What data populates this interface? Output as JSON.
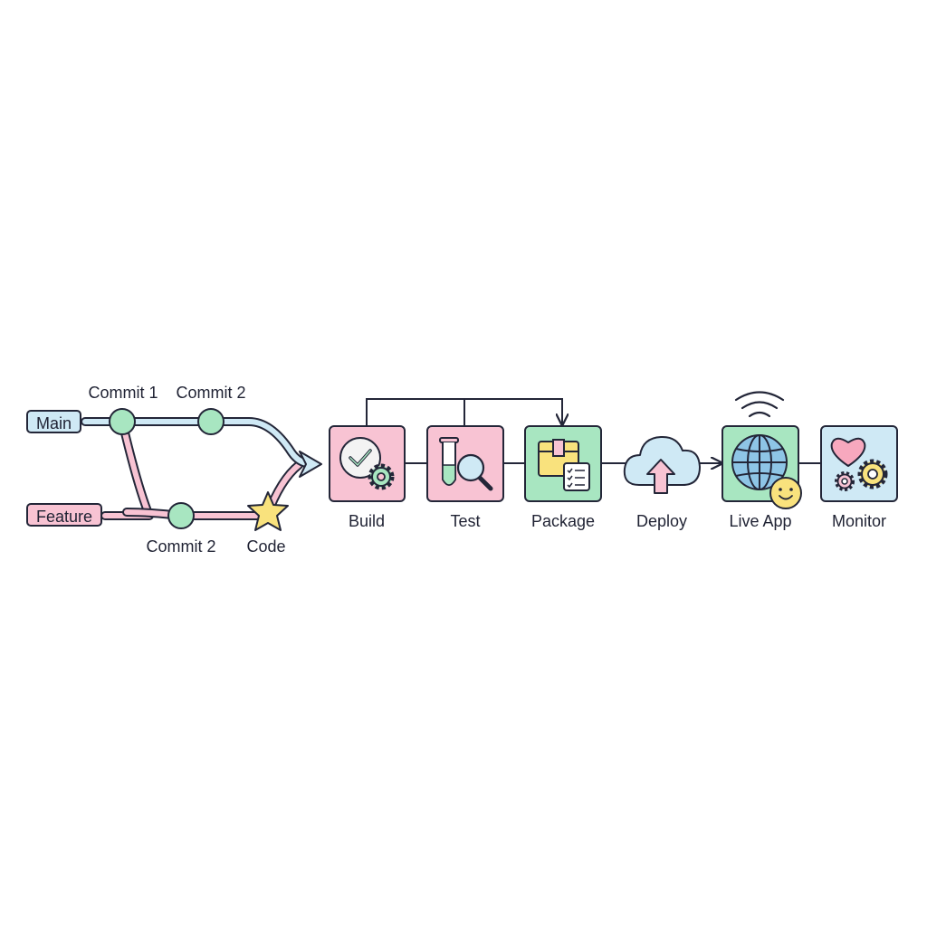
{
  "branches": {
    "main": {
      "label": "Main",
      "color": "#cfe9f5"
    },
    "feature": {
      "label": "Feature",
      "color": "#f8c3d3"
    }
  },
  "commits": {
    "main_1": "Commit 1",
    "main_2": "Commit 2",
    "feature_2": "Commit 2",
    "code": "Code"
  },
  "stages": [
    {
      "key": "build",
      "label": "Build",
      "color": "#f8c3d3",
      "icon": "check-gear-icon"
    },
    {
      "key": "test",
      "label": "Test",
      "color": "#f8c3d3",
      "icon": "test-tube-magnifier-icon"
    },
    {
      "key": "package",
      "label": "Package",
      "color": "#a8e6c1",
      "icon": "box-checklist-icon"
    },
    {
      "key": "deploy",
      "label": "Deploy",
      "color": "#cfe9f5",
      "icon": "cloud-upload-icon"
    },
    {
      "key": "live_app",
      "label": "Live App",
      "color": "#a8e6c1",
      "icon": "globe-smiley-icon"
    },
    {
      "key": "monitor",
      "label": "Monitor",
      "color": "#cfe9f5",
      "icon": "heart-gears-icon"
    }
  ],
  "colors": {
    "outline": "#232638",
    "commit_node": "#a8e6c1",
    "star": "#f9e27d",
    "checklist": "#ffffff"
  }
}
